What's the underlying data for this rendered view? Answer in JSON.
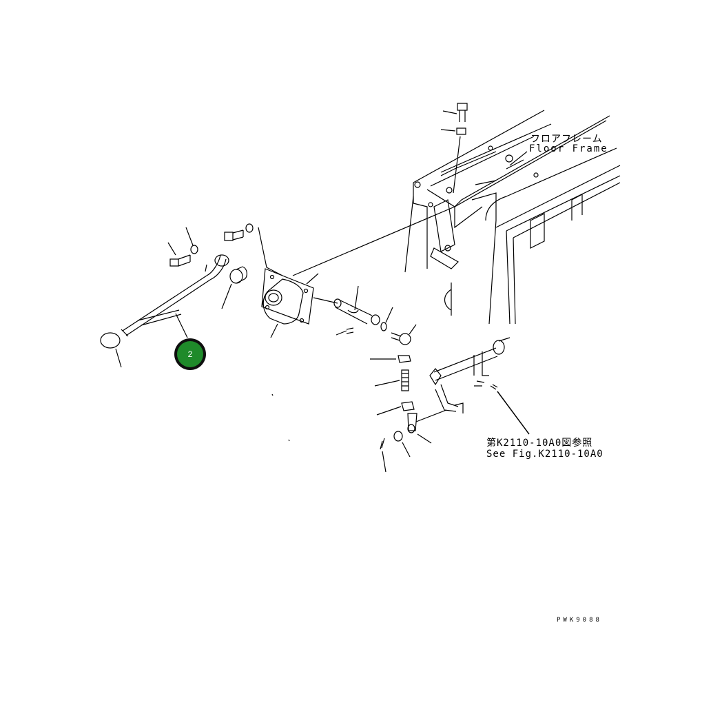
{
  "labels": {
    "floor_frame_jp": "フロアフレーム",
    "floor_frame_en": "Floor Frame",
    "ref_jp": "第K2110-10A0図参照",
    "ref_en": "See Fig.K2110-10A0",
    "drawing_code": "PWK9088"
  },
  "callout": {
    "number": "2",
    "color": "#1f8a2a"
  }
}
